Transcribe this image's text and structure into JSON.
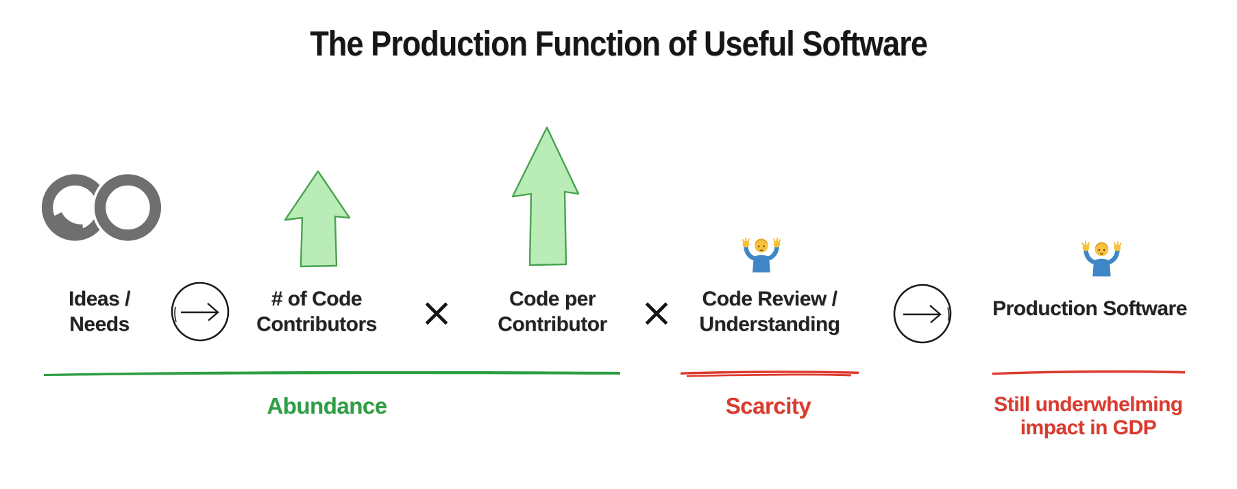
{
  "title": "The Production Function of Useful Software",
  "colors": {
    "ink": "#1f1f1f",
    "infinity_gray": "#6f6f6f",
    "arrow_green_fill": "#b9ecb7",
    "arrow_green_stroke": "#48a24c",
    "abundance_green": "#2e9e43",
    "scarcity_red": "#dc3a2e"
  },
  "icons": {
    "ideas": "infinity-icon",
    "contributors": "arrow-up-small-icon",
    "code_per": "arrow-up-large-icon",
    "review": "man-shrugging-emoji",
    "production": "man-shrugging-emoji",
    "flow": "circled-right-arrow-icon"
  },
  "nodes": {
    "ideas": {
      "line1": "Ideas /",
      "line2": "Needs"
    },
    "contributors": {
      "line1": "# of Code",
      "line2": "Contributors"
    },
    "code_per": {
      "line1": "Code per",
      "line2": "Contributor"
    },
    "review": {
      "line1": "Code Review /",
      "line2": "Understanding"
    },
    "production": {
      "label": "Production Software"
    }
  },
  "operators": {
    "multiply": "×"
  },
  "annotations": {
    "abundance": {
      "label": "Abundance"
    },
    "scarcity": {
      "label": "Scarcity"
    },
    "gdp": {
      "line1": "Still underwhelming",
      "line2": "impact in GDP"
    }
  }
}
